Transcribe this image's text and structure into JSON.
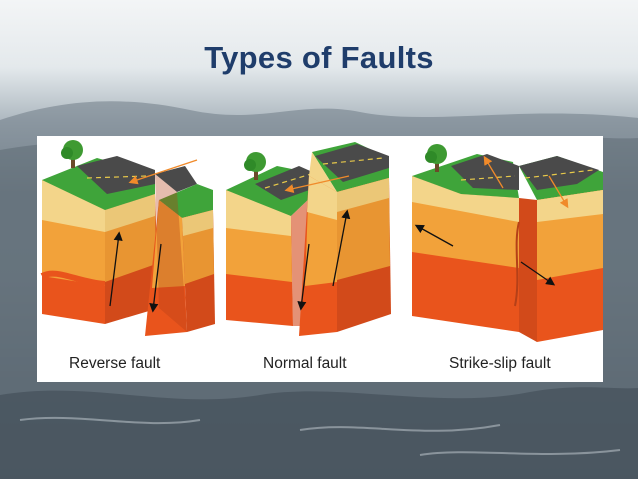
{
  "slide": {
    "title": "Types of Faults"
  },
  "diagrams": [
    {
      "caption": "Reverse fault"
    },
    {
      "caption": "Normal fault"
    },
    {
      "caption": "Strike-slip fault"
    }
  ],
  "colors": {
    "title": "#1f3d6b",
    "grass": "#3fa43a",
    "road": "#4a4a4a",
    "sand": "#f3d58a",
    "orange": "#f2a23a",
    "red": "#e9541c",
    "arrow_dark": "#111111",
    "arrow_orange": "#f08a2a"
  }
}
